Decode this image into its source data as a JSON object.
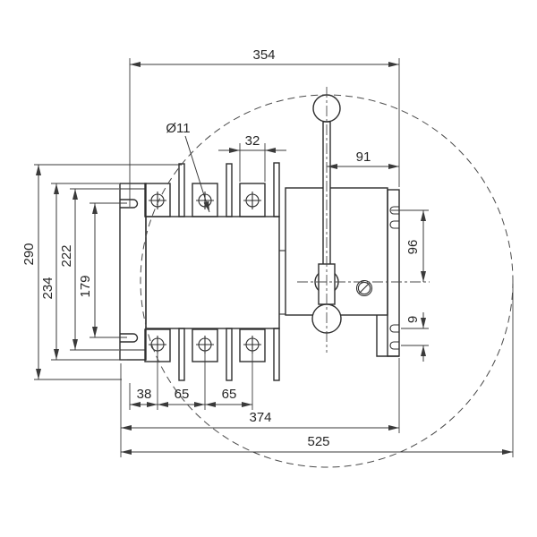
{
  "drawing": {
    "type": "technical-dimension-drawing",
    "subject": "switch-disconnector front view with operating handle",
    "colors": {
      "background": "#ffffff",
      "part_line": "#2e2e2e",
      "dimension_line": "#3a3a3a"
    },
    "dimensions": {
      "overall_top": "354",
      "hole_diameter": "Ø11",
      "pad_width": "32",
      "handle_offset": "91",
      "height_overall": "290",
      "bracket_height": "234",
      "bracket_inner_height": "222",
      "slot_spacing": "179",
      "notch_to_center": "96",
      "notch_spacing": "9",
      "slot_to_pole1": "38",
      "pole_pitch_1": "65",
      "pole_pitch_2": "65",
      "base_width": "374",
      "handle_swing_width": "525"
    }
  }
}
